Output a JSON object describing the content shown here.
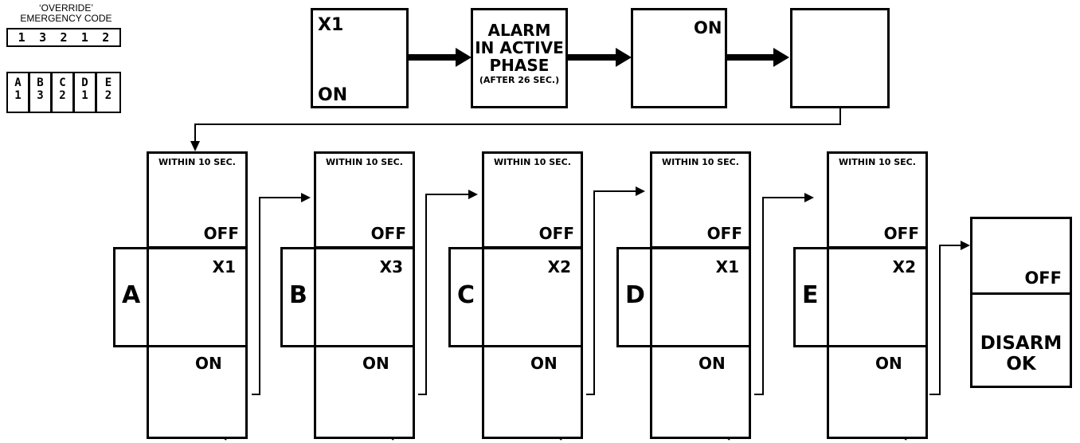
{
  "code_table": {
    "title_line1": "‘OVERRIDE’",
    "title_line2": "EMERGENCY CODE",
    "digits": [
      "1",
      "3",
      "2",
      "1",
      "2"
    ],
    "letters": [
      "A",
      "B",
      "C",
      "D",
      "E"
    ]
  },
  "top_row": {
    "step1_top": "X1",
    "step1_bottom": "ON",
    "step2_line1": "ALARM",
    "step2_line2": "IN ACTIVE",
    "step2_line3": "PHASE",
    "step2_line4": "(AFTER 26 SEC.)",
    "step3_label": "ON"
  },
  "columns": [
    {
      "letter": "A",
      "within": "WITHIN 10 SEC.",
      "off": "OFF",
      "count": "X1",
      "flashes": 1,
      "on": "ON"
    },
    {
      "letter": "B",
      "within": "WITHIN 10 SEC.",
      "off": "OFF",
      "count": "X3",
      "flashes": 3,
      "on": "ON"
    },
    {
      "letter": "C",
      "within": "WITHIN 10 SEC.",
      "off": "OFF",
      "count": "X2",
      "flashes": 2,
      "on": "ON"
    },
    {
      "letter": "D",
      "within": "WITHIN 10 SEC.",
      "off": "OFF",
      "count": "X1",
      "flashes": 1,
      "on": "ON"
    },
    {
      "letter": "E",
      "within": "WITHIN 10 SEC.",
      "off": "OFF",
      "count": "X2",
      "flashes": 2,
      "on": "ON"
    }
  ],
  "final": {
    "off": "OFF",
    "line1": "DISARM",
    "line2": "OK"
  },
  "icons": [
    "remote-control-icon",
    "key-turn-on-icon",
    "key-turn-off-icon",
    "warning-lamp-icon",
    "arrow-icon"
  ]
}
